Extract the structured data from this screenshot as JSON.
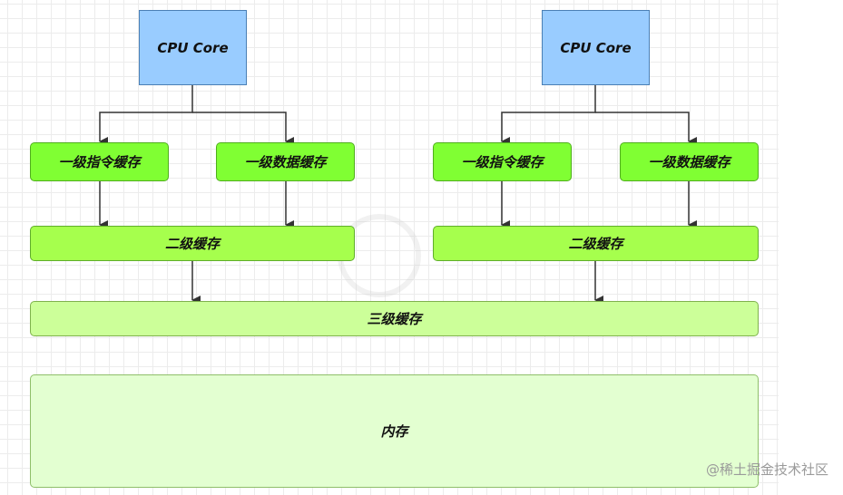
{
  "cpu_groups": [
    {
      "cpu_label": "CPU Core",
      "l1_instruction": "一级指令缓存",
      "l1_data": "一级数据缓存",
      "l2": "二级缓存"
    },
    {
      "cpu_label": "CPU Core",
      "l1_instruction": "一级指令缓存",
      "l1_data": "一级数据缓存",
      "l2": "二级缓存"
    }
  ],
  "l3": "三级缓存",
  "memory": "内存",
  "footer_text": "@稀土掘金技术社区",
  "colors": {
    "cpu_fill": "#99ccff",
    "l1_fill": "#80ff33",
    "l2_fill": "#a6ff4d",
    "l3_fill": "#ccff99",
    "memory_fill": "#e3ffd1",
    "arrow": "#333333"
  }
}
